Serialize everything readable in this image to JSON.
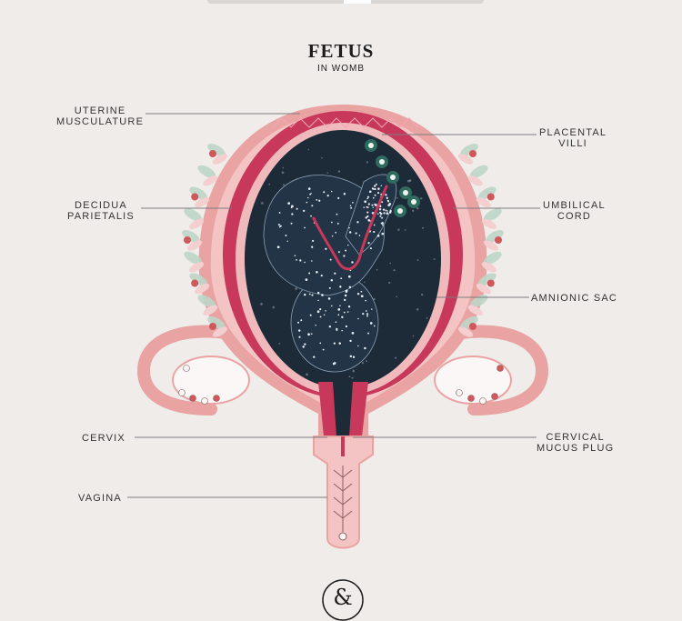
{
  "title": "FETUS",
  "subtitle": "IN WOMB",
  "labels": {
    "uterine_musculature": [
      "UTERINE",
      "MUSCULATURE"
    ],
    "decidua_parietalis": [
      "DECIDUA",
      "PARIETALIS"
    ],
    "cervix": [
      "CERVIX"
    ],
    "vagina": [
      "VAGINA"
    ],
    "placental_villi": [
      "PLACENTAL",
      "VILLI"
    ],
    "umbilical_cord": [
      "UMBILICAL",
      "CORD"
    ],
    "amnionic_sac": [
      "AMNIONIC SAC"
    ],
    "cervical_mucus_plug": [
      "CERVICAL",
      "MUCUS PLUG"
    ]
  },
  "logo": "&",
  "colors": {
    "background": "#f0ecea",
    "uterus_pink": "#e9a3a3",
    "uterus_light": "#f3c4c3",
    "decidua_red": "#c8385a",
    "sac_dark": "#1d2a38",
    "leaf_green": "#a8c8b4",
    "flower_red": "#d0575a"
  }
}
